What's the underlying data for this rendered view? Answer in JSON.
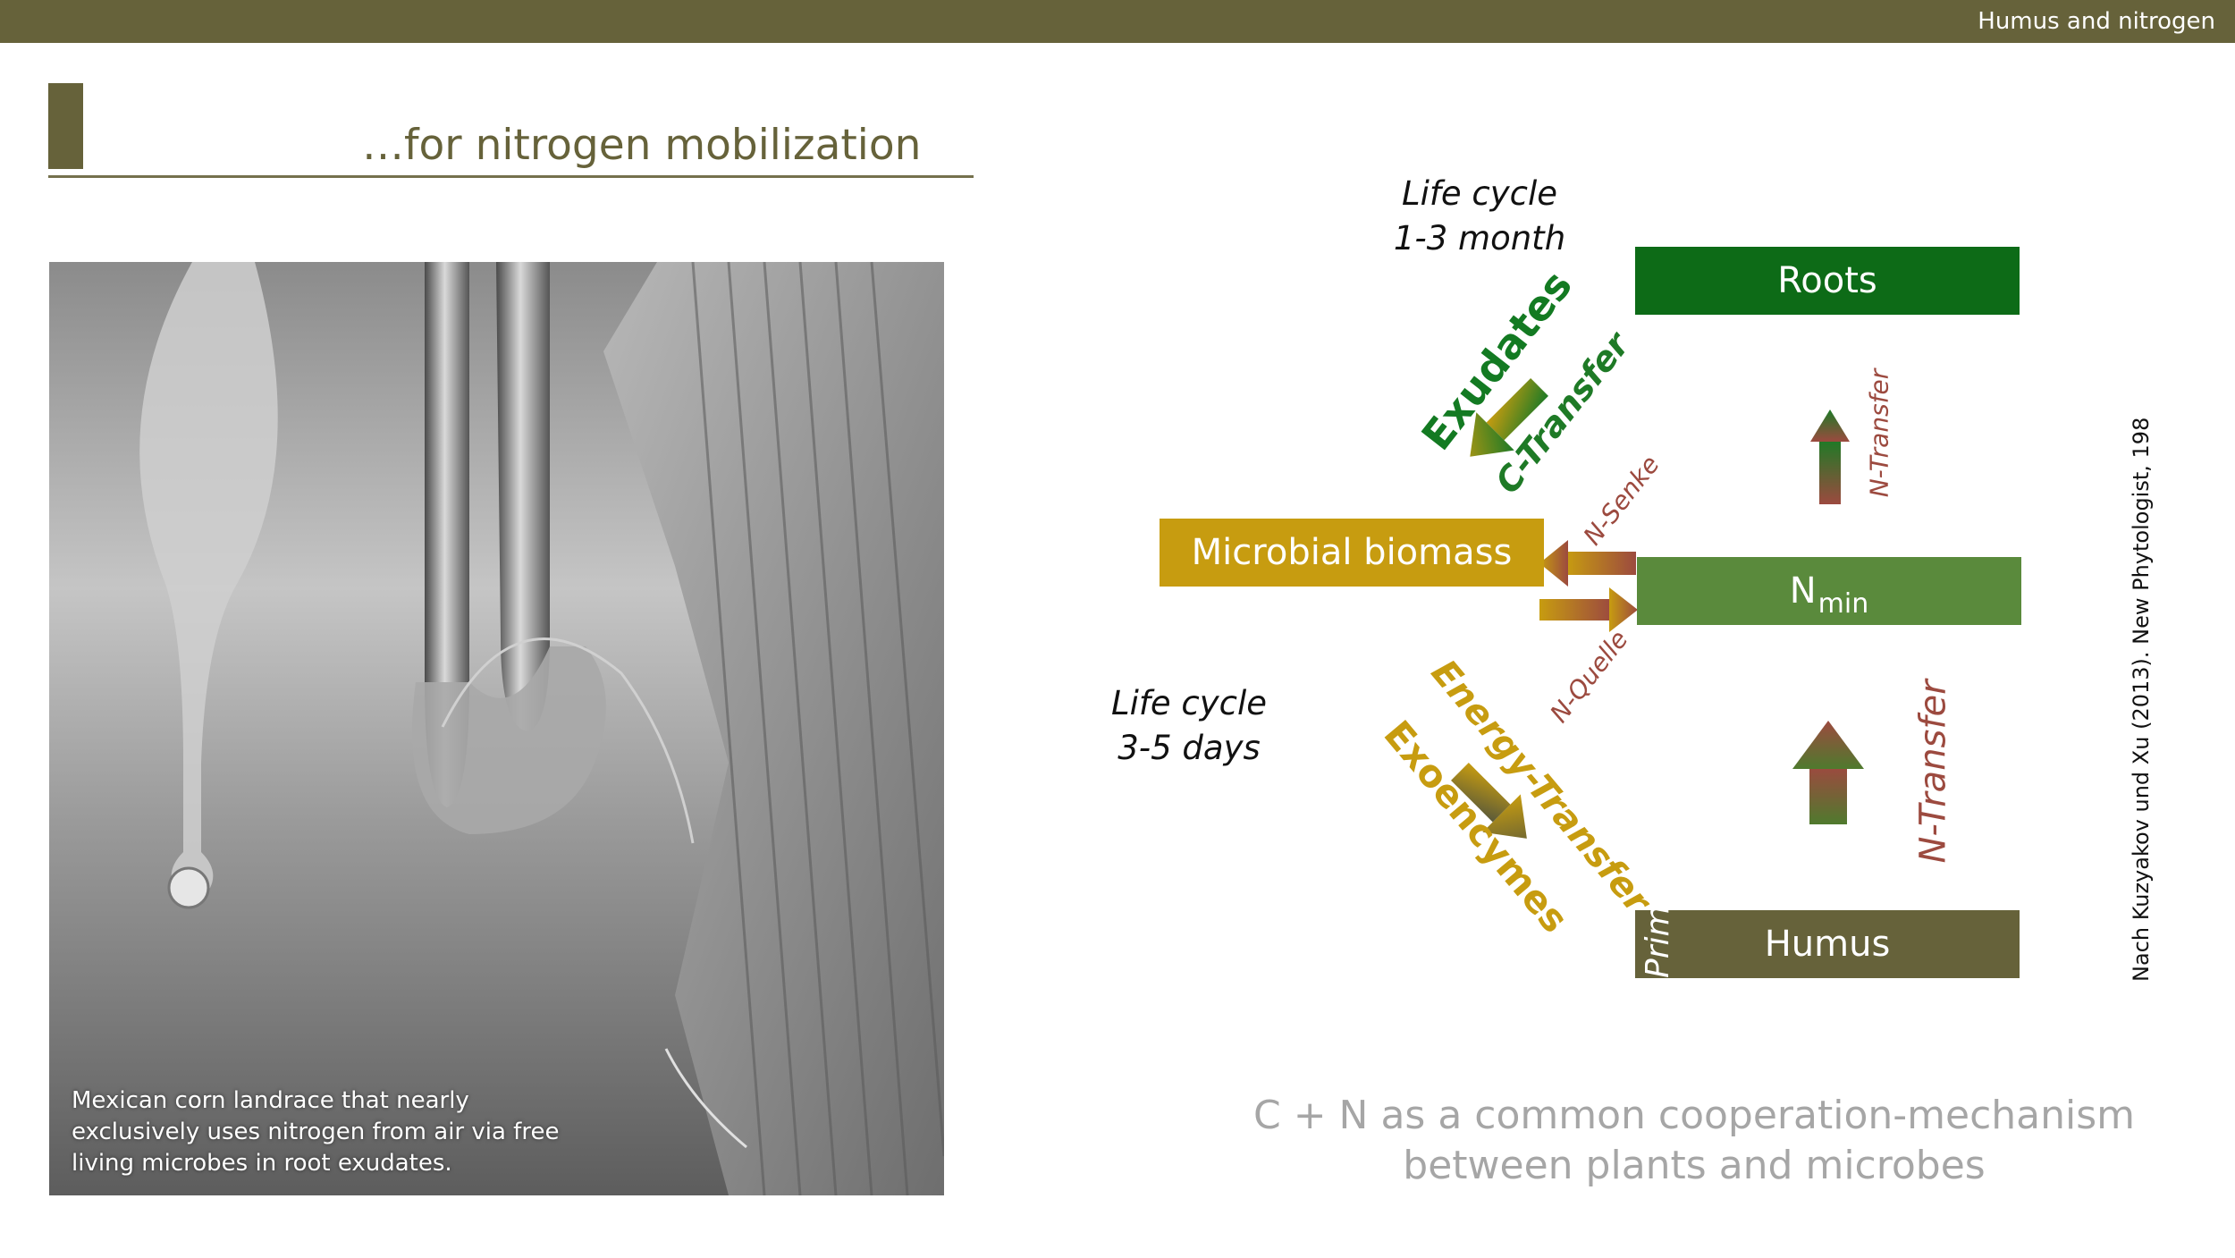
{
  "header": {
    "section_label": "Humus and nitrogen"
  },
  "title": "…for nitrogen mobilization",
  "photo": {
    "caption": "Mexican corn landrace that nearly exclusively uses nitrogen from air via free living microbes in root exudates."
  },
  "diagram": {
    "boxes": {
      "roots": "Roots",
      "microbial_biomass": "Microbial biomass",
      "nmin_main": "N",
      "nmin_sub": "min",
      "humus": "Humus",
      "priming": "Priming"
    },
    "life_cycle_top": {
      "line1": "Life cycle",
      "line2": "1-3 month"
    },
    "life_cycle_bottom": {
      "line1": "Life cycle",
      "line2": "3-5 days"
    },
    "labels": {
      "exudates": "Exudates",
      "c_transfer": "C-Transfer",
      "n_senke": "N-Senke",
      "n_quelle": "N-Quelle",
      "energy_transfer": "Energy-Transfer",
      "exoenzymes": "Exoencymes",
      "n_transfer_upper": "N-Transfer",
      "n_transfer_lower": "N-Transfer"
    },
    "citation": "Nach Kuzyakov und Xu (2013). New Phytologist, 198",
    "colors": {
      "dark_olive": "#66623a",
      "roots_green": "#0d6b17",
      "nmin_green": "#5a8a3c",
      "microbial_gold": "#c79c10",
      "n_brown": "#9c4a3f"
    }
  },
  "subtitle": "C + N as a common cooperation-mechanism between plants and microbes"
}
